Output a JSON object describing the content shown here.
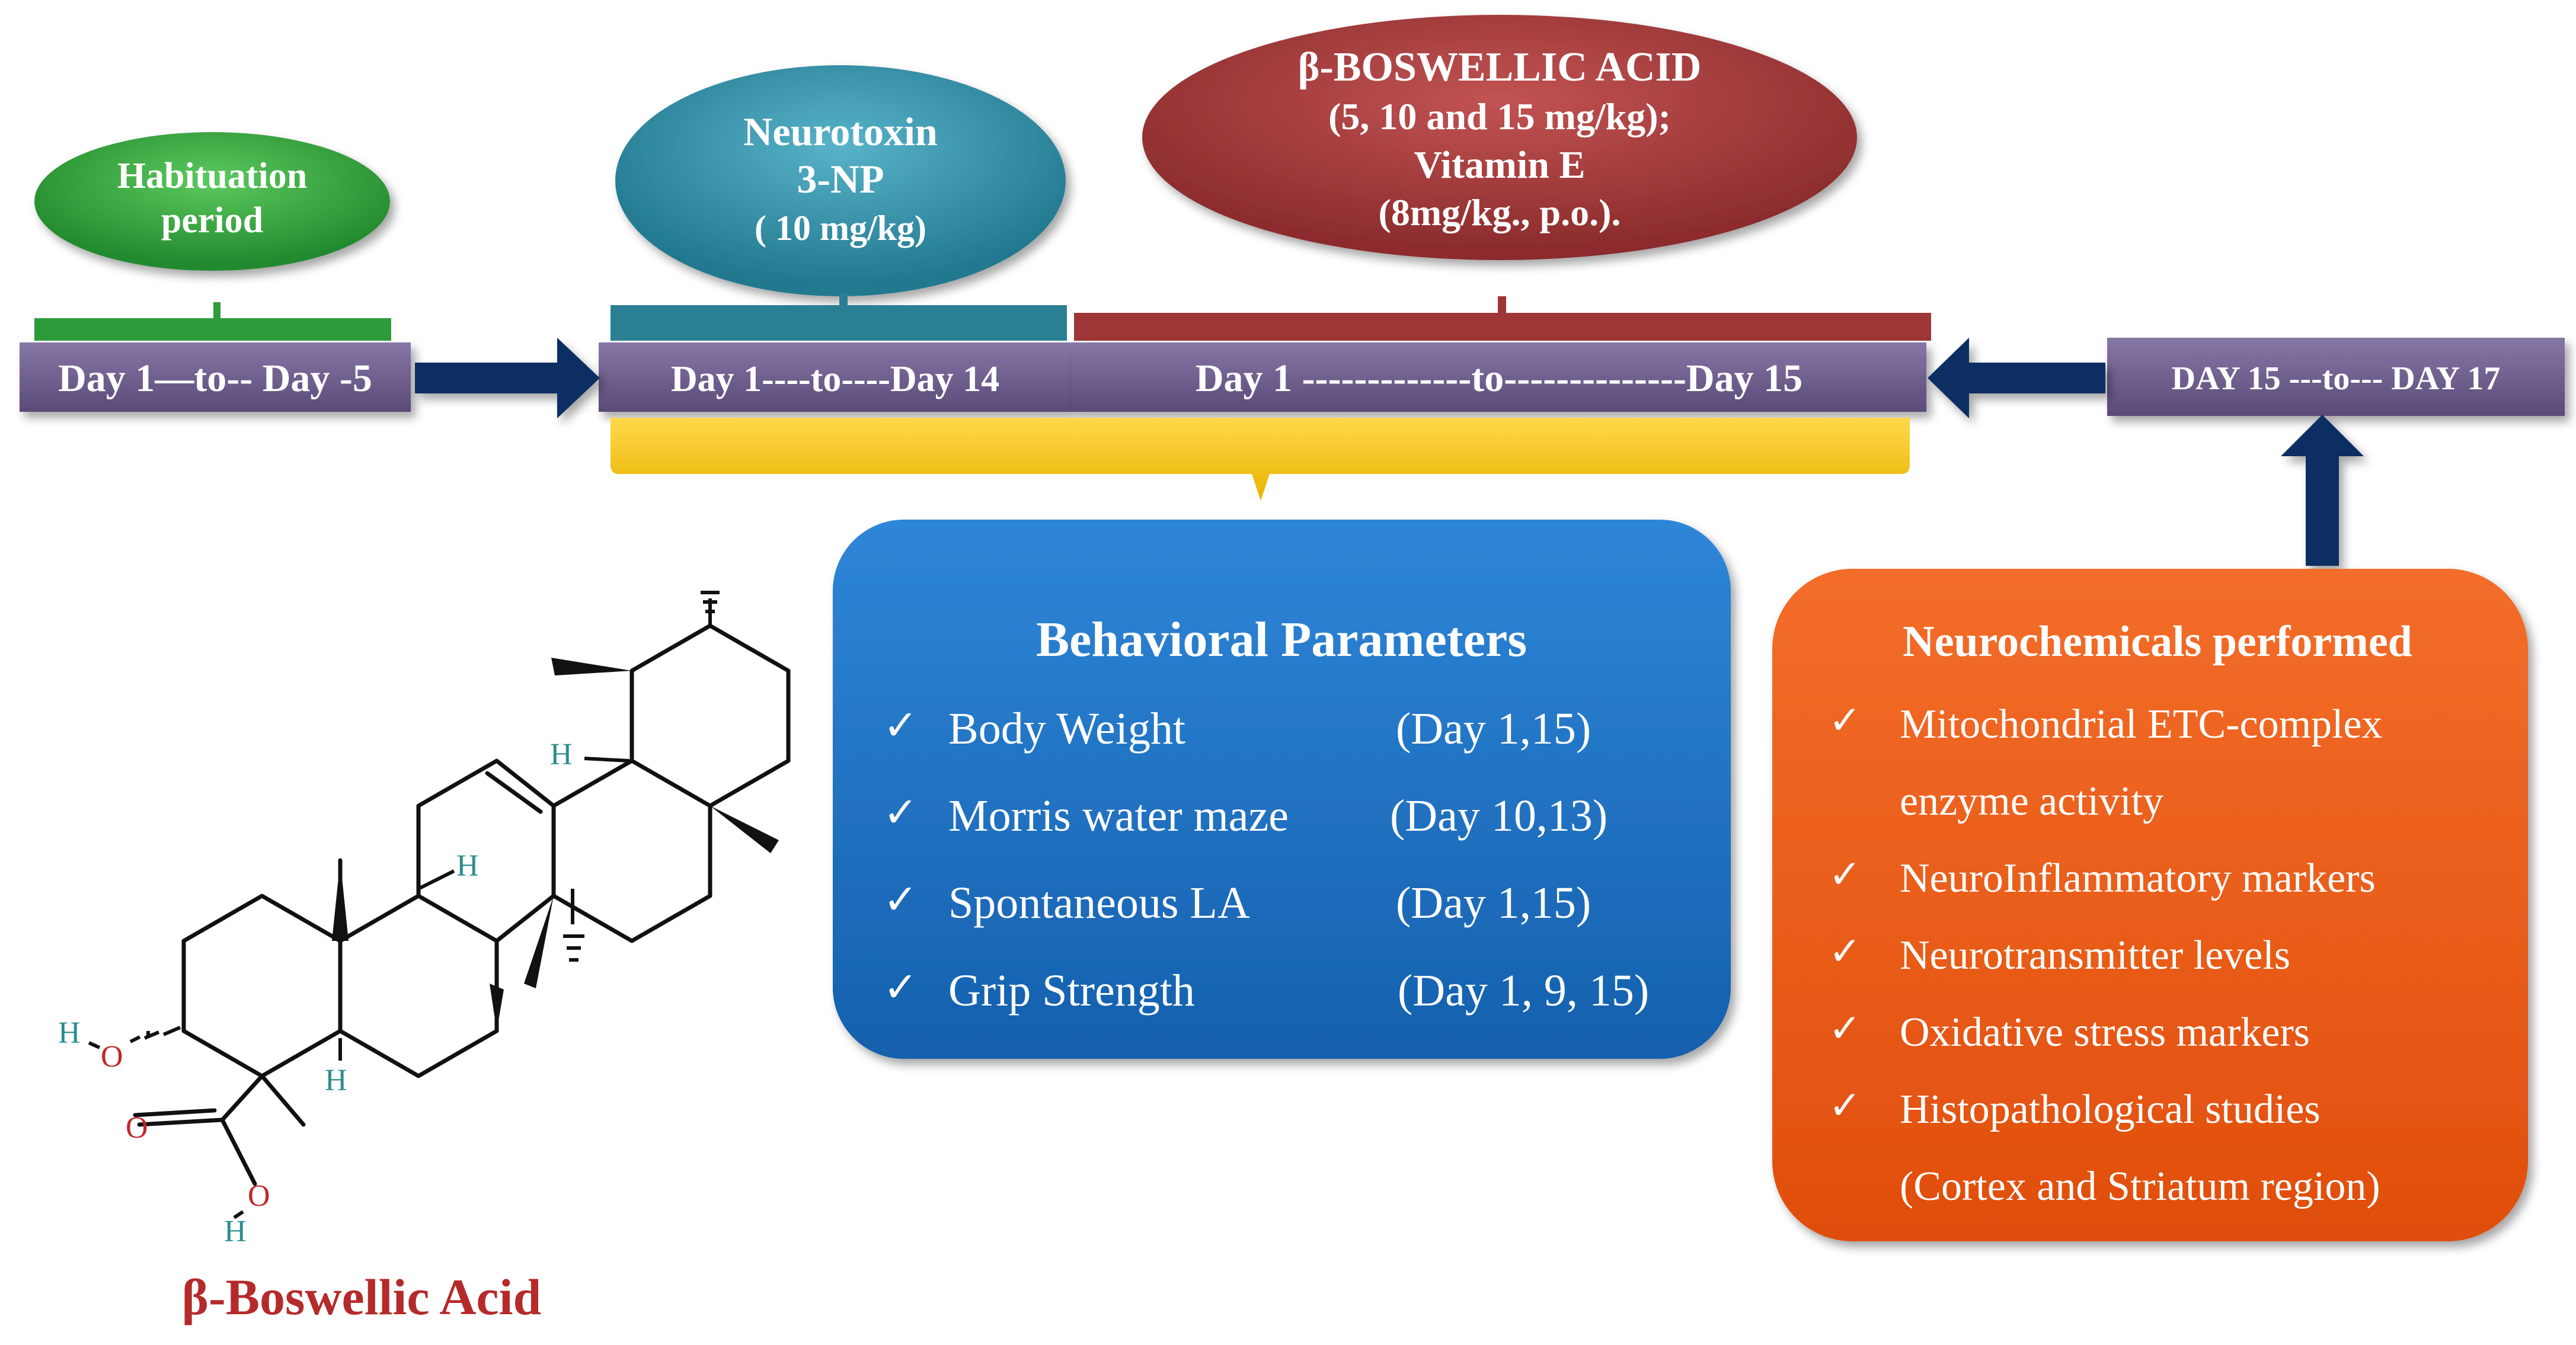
{
  "ovals": {
    "habituation": [
      "Habituation",
      "period"
    ],
    "neurotoxin": [
      "Neurotoxin",
      "3-NP",
      "( 10 mg/kg)"
    ],
    "boswellic": [
      "β-BOSWELLIC ACID",
      "(5, 10 and 15 mg/kg);",
      "Vitamin E",
      "(8mg/kg., p.o.)."
    ]
  },
  "timeline": {
    "day1_5": "Day 1—to-- Day -5",
    "day1_14": "Day 1----to----Day 14",
    "day1_15": "Day 1 -------------to--------------Day 15",
    "day15_17": "DAY 15 ---to--- DAY 17"
  },
  "behavioral": {
    "title": "Behavioral Parameters",
    "items": [
      {
        "name": "Body Weight",
        "days": "(Day 1,15)"
      },
      {
        "name": "Morris water maze",
        "days": "(Day 10,13)"
      },
      {
        "name": "Spontaneous LA",
        "days": "(Day 1,15)"
      },
      {
        "name": "Grip Strength",
        "days": "(Day 1, 9, 15)"
      }
    ]
  },
  "neurochemicals": {
    "title": "Neurochemicals performed",
    "items": [
      "Mitochondrial ETC-complex",
      "enzyme activity",
      "NeuroInflammatory markers",
      "Neurotransmitter levels",
      "Oxidative stress markers",
      "Histopathological studies",
      "(Cortex and Striatum region)"
    ]
  },
  "check": "✓",
  "molecule": {
    "caption": "β-Boswellic Acid",
    "atoms": {
      "H": "H",
      "O": "O"
    }
  },
  "colors": {
    "green": "#2e9b3a",
    "teal": "#2e8fa6",
    "maroon": "#a3393a",
    "purple": "#6e5c8c",
    "navy": "#0c2d63",
    "gold": "#f2c100",
    "blue": "#1b6fc2",
    "orange": "#ea5a16",
    "caption": "#b52a2a"
  }
}
